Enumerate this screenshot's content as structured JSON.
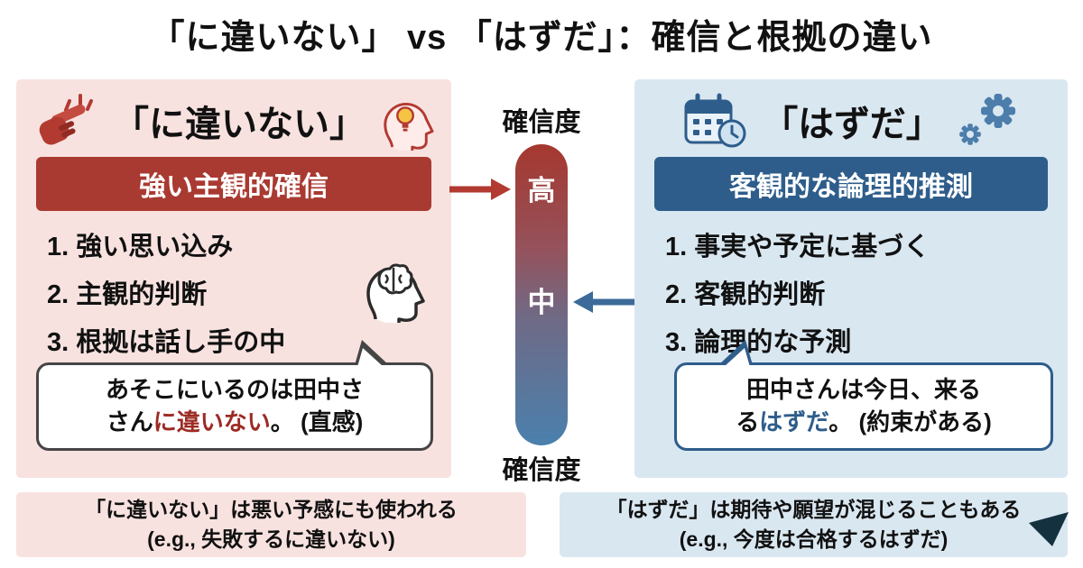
{
  "title": "「に違いない」 vs 「はずだ」：確信と根拠の違い",
  "scale": {
    "top_label": "確信度",
    "bottom_label": "確信度",
    "high": "高",
    "mid": "中"
  },
  "left": {
    "title": "「に違いない」",
    "banner": "強い主観的確信",
    "points": [
      "1. 強い思い込み",
      "2. 主観的判断",
      "3. 根拠は話し手の中"
    ],
    "bubble": {
      "line1": "あそこにいるのは田中さ",
      "line2_pre": "さん",
      "line2_highlight": "に違いない",
      "line2_post": "。 (直感)"
    },
    "note_line1": "「に違いない」は悪い予感にも使われる",
    "note_line2": "(e.g., 失敗するに違いない)"
  },
  "right": {
    "title": "「はずだ」",
    "banner": "客観的な論理的推測",
    "points": [
      "1. 事実や予定に基づく",
      "2. 客観的判断",
      "3. 論理的な予測"
    ],
    "bubble": {
      "line1": "田中さんは今日、来る",
      "line2_pre": "る",
      "line2_highlight": "はずだ",
      "line2_post": "。 (約束がある)"
    },
    "note_line1": "「はずだ」は期待や願望が混じることもある",
    "note_line2": "(e.g., 今度は合格するはずだ)"
  },
  "icons": {
    "left_header_left": "pointing-hand-icon",
    "left_header_right": "head-lightbulb-icon",
    "left_side": "brain-icon",
    "right_header_left": "calendar-clock-icon",
    "right_header_right": "gears-icon",
    "bottom_right": "corner-triangle-icon"
  },
  "colors": {
    "left_panel_bg": "#f8e2e0",
    "left_accent": "#a93a31",
    "right_panel_bg": "#d9e7f1",
    "right_accent": "#2e5d8b",
    "highlight_red": "#9c2b24",
    "highlight_blue": "#2e5d8b",
    "scale_gradient_top": "#a5382f",
    "scale_gradient_bottom": "#4a80ad"
  }
}
